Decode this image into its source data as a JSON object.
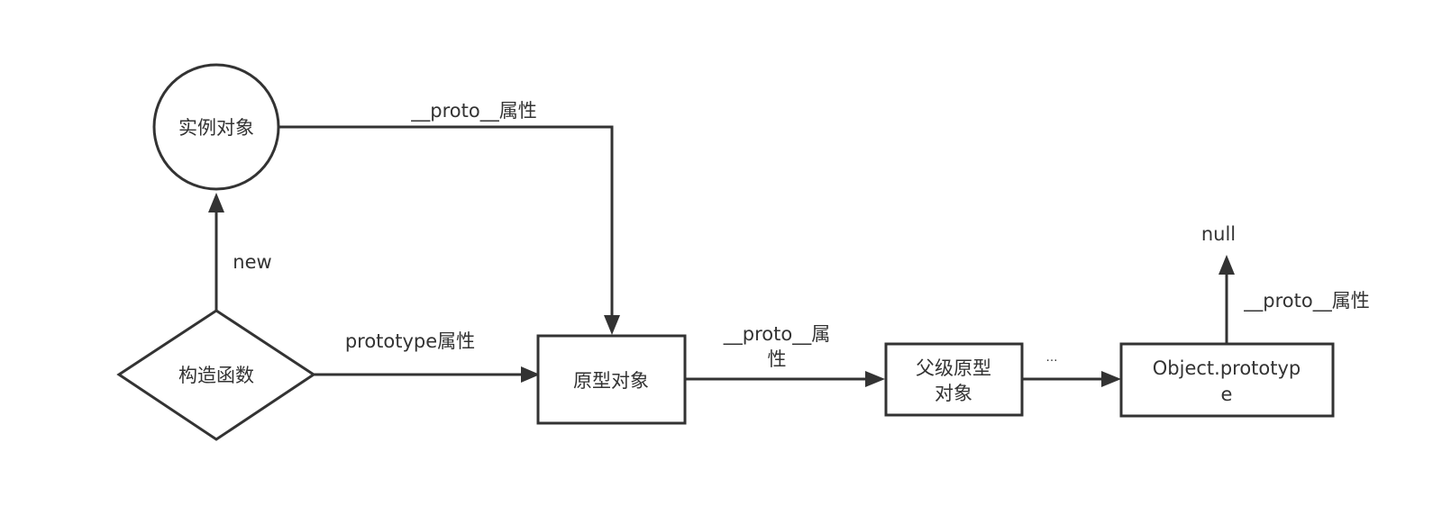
{
  "nodes": {
    "instance": "实例对象",
    "constructor": "构造函数",
    "prototype_obj": "原型对象",
    "parent_proto_line1": "父级原型",
    "parent_proto_line2": "对象",
    "object_proto_line1": "Object.prototyp",
    "object_proto_line2": "e",
    "null_label": "null"
  },
  "edges": {
    "instance_to_proto": "__proto__属性",
    "constructor_to_instance": "new",
    "constructor_to_proto": "prototype属性",
    "proto_to_parent_line1": "__proto__属",
    "proto_to_parent_line2": "性",
    "parent_to_object": "…",
    "object_to_null": "__proto__属性"
  }
}
